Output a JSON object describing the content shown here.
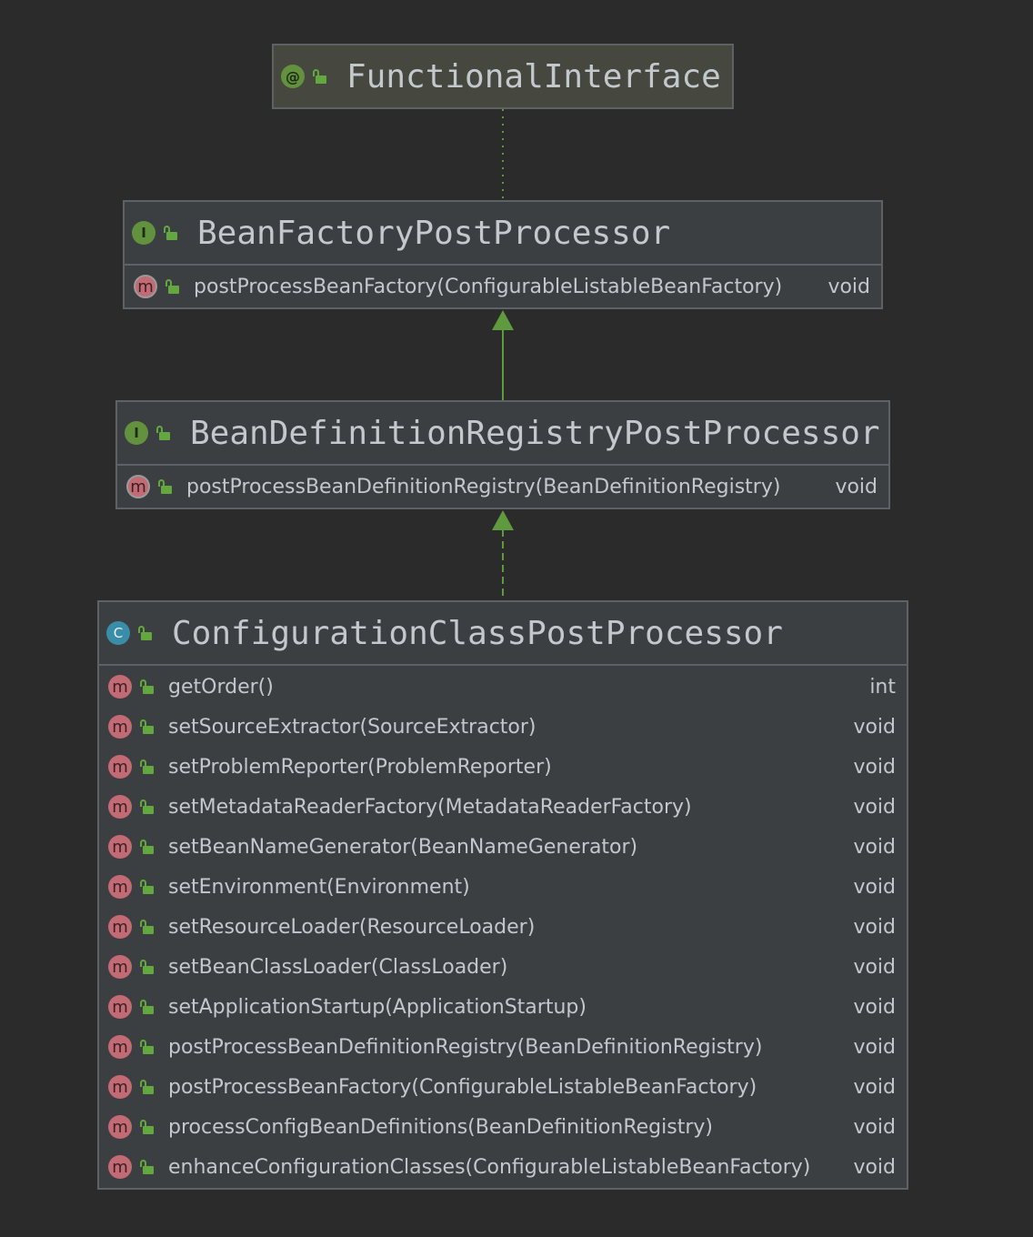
{
  "diagram": {
    "colors": {
      "background": "#2b2b2b",
      "node_fill": "#3c3f41",
      "annotation_fill": "#46473e",
      "border": "#5e6266",
      "text": "#c3c8cd",
      "edge": "#5f9a3e"
    },
    "nodes": {
      "functional_interface": {
        "kind": "annotation",
        "badge": "@",
        "title": "FunctionalInterface"
      },
      "bean_factory_post_processor": {
        "kind": "interface",
        "badge": "I",
        "title": "BeanFactoryPostProcessor",
        "members": [
          {
            "badge": "m",
            "signature": "postProcessBeanFactory(ConfigurableListableBeanFactory)",
            "returns": "void"
          }
        ]
      },
      "bean_definition_registry_post_processor": {
        "kind": "interface",
        "badge": "I",
        "title": "BeanDefinitionRegistryPostProcessor",
        "members": [
          {
            "badge": "m",
            "signature": "postProcessBeanDefinitionRegistry(BeanDefinitionRegistry)",
            "returns": "void"
          }
        ]
      },
      "configuration_class_post_processor": {
        "kind": "class",
        "badge": "C",
        "title": "ConfigurationClassPostProcessor",
        "members": [
          {
            "badge": "m",
            "signature": "getOrder()",
            "returns": "int"
          },
          {
            "badge": "m",
            "signature": "setSourceExtractor(SourceExtractor)",
            "returns": "void"
          },
          {
            "badge": "m",
            "signature": "setProblemReporter(ProblemReporter)",
            "returns": "void"
          },
          {
            "badge": "m",
            "signature": "setMetadataReaderFactory(MetadataReaderFactory)",
            "returns": "void"
          },
          {
            "badge": "m",
            "signature": "setBeanNameGenerator(BeanNameGenerator)",
            "returns": "void"
          },
          {
            "badge": "m",
            "signature": "setEnvironment(Environment)",
            "returns": "void"
          },
          {
            "badge": "m",
            "signature": "setResourceLoader(ResourceLoader)",
            "returns": "void"
          },
          {
            "badge": "m",
            "signature": "setBeanClassLoader(ClassLoader)",
            "returns": "void"
          },
          {
            "badge": "m",
            "signature": "setApplicationStartup(ApplicationStartup)",
            "returns": "void"
          },
          {
            "badge": "m",
            "signature": "postProcessBeanDefinitionRegistry(BeanDefinitionRegistry)",
            "returns": "void"
          },
          {
            "badge": "m",
            "signature": "postProcessBeanFactory(ConfigurableListableBeanFactory)",
            "returns": "void"
          },
          {
            "badge": "m",
            "signature": "processConfigBeanDefinitions(BeanDefinitionRegistry)",
            "returns": "void"
          },
          {
            "badge": "m",
            "signature": "enhanceConfigurationClasses(ConfigurableListableBeanFactory)",
            "returns": "void"
          }
        ]
      }
    },
    "edges": [
      {
        "from": "bean_factory_post_processor",
        "to": "functional_interface",
        "style": "dotted",
        "arrow": "none"
      },
      {
        "from": "bean_definition_registry_post_processor",
        "to": "bean_factory_post_processor",
        "style": "solid",
        "arrow": "hollow-triangle"
      },
      {
        "from": "configuration_class_post_processor",
        "to": "bean_definition_registry_post_processor",
        "style": "dashed",
        "arrow": "hollow-triangle"
      }
    ]
  }
}
